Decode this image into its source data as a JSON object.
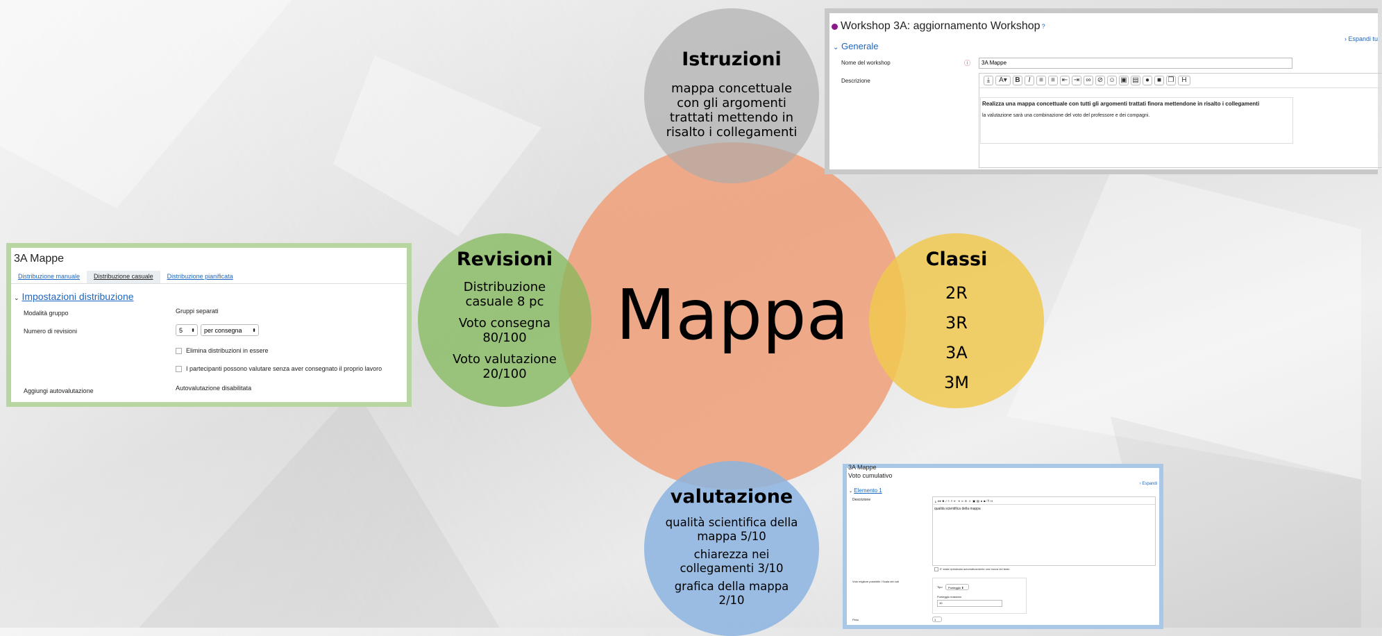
{
  "diagram": {
    "center": {
      "title": "Mappa"
    },
    "istruzioni": {
      "title": "Istruzioni",
      "lines": [
        "mappa concettuale",
        "con gli argomenti",
        "trattati mettendo in",
        "risalto i collegamenti"
      ]
    },
    "revisioni": {
      "title": "Revisioni",
      "lines": [
        "Distribuzione",
        "casuale 8 pc",
        "Voto consegna",
        "80/100",
        "Voto valutazione",
        "20/100"
      ]
    },
    "classi": {
      "title": "Classi",
      "items": [
        "2R",
        "3R",
        "3A",
        "3M"
      ]
    },
    "valutazione": {
      "title": "valutazione",
      "lines": [
        "qualità scientifica della",
        "mappa 5/10",
        "chiarezza nei",
        "collegamenti 3/10",
        "grafica della mappa",
        "2/10"
      ]
    },
    "colors": {
      "center": "#f0a078",
      "istruzioni": "#aaaaaa",
      "revisioni": "#82b95a",
      "classi": "#f0c850",
      "valutazione": "#8cb4e1"
    }
  },
  "workshop_panel": {
    "title": "Workshop 3A: aggiornamento Workshop",
    "expand_all": "Espandi tu",
    "section": "Generale",
    "name_label": "Nome del workshop",
    "name_value": "3A Mappe",
    "description_label": "Descrizione",
    "description_bold": "Realizza una mappa concettuale con tutti gli argomenti trattati finora mettendone in risalto i collegamenti",
    "description_text": "la valutazione sarà una combinazione del voto del professore e dei compagni."
  },
  "distribution_panel": {
    "title": "3A Mappe",
    "tabs": [
      "Distribuzione manuale",
      "Distribuzione casuale",
      "Distribuzione pianificata"
    ],
    "section": "Impostazioni distribuzione",
    "group_mode_label": "Modalità gruppo",
    "group_mode_value": "Gruppi separati",
    "reviews_label": "Numero di revisioni",
    "reviews_count": "5",
    "reviews_mode": "per consegna",
    "remove_existing": "Elimina distribuzioni in essere",
    "allow_without_submission": "I partecipanti possono valutare senza aver consegnato il proprio lavoro",
    "self_assessment_label": "Aggiungi autovalutazione",
    "self_assessment_value": "Autovalutazione disabilitata"
  },
  "grading_panel": {
    "title": "3A Mappe",
    "subtitle": "Voto cumulativo",
    "expand": "Espandi",
    "element": "Elemento 1",
    "description_label": "Descrizione",
    "description_value": "qualità scientifica della mappa",
    "auto_text": "E' stata ripristinata automaticamente una bozza del testo.",
    "best_grade_label": "Voto migliore possibile / Scala dei voti",
    "type_label": "Tipo",
    "type_value": "Punteggio",
    "max_label": "Punteggio massimo",
    "max_value": "10",
    "weight_label": "Peso",
    "weight_value": "1"
  }
}
